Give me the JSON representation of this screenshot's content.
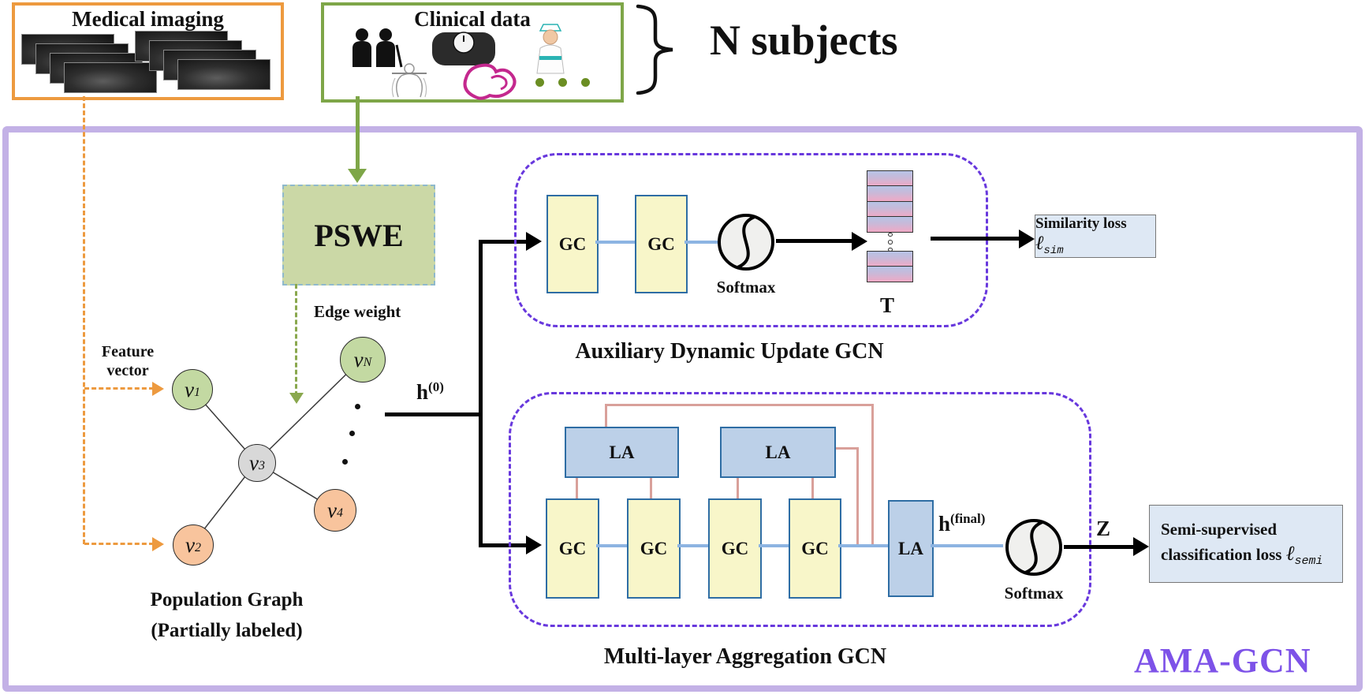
{
  "header": {
    "medical_imaging_title": "Medical imaging",
    "clinical_data_title": "Clinical data",
    "n_subjects_label": "N subjects"
  },
  "pswe": {
    "label": "PSWE",
    "edge_weight_label": "Edge weight"
  },
  "graph": {
    "feature_vector_line1": "Feature",
    "feature_vector_line2": "vector",
    "nodes": [
      {
        "base": "v",
        "sub": "1"
      },
      {
        "base": "v",
        "sub": "2"
      },
      {
        "base": "v",
        "sub": "3"
      },
      {
        "base": "v",
        "sub": "4"
      },
      {
        "base": "v",
        "sub": "N"
      }
    ],
    "caption_line1": "Population Graph",
    "caption_line2": "(Partially labeled)"
  },
  "flow": {
    "h0_base": "h",
    "h0_sup": "(0)",
    "h_final_base": "h",
    "h_final_sup": "(final)",
    "z_label": "Z"
  },
  "aux": {
    "title": "Auxiliary Dynamic Update GCN",
    "gc_labels": [
      "GC",
      "GC"
    ],
    "softmax_label": "Softmax",
    "t_label": "T",
    "sim_text": "Similarity loss ",
    "sim_ell": "ℓ",
    "sim_sub": "sim"
  },
  "multi": {
    "title": "Multi-layer Aggregation GCN",
    "la_labels": [
      "LA",
      "LA",
      "LA"
    ],
    "gc_labels": [
      "GC",
      "GC",
      "GC",
      "GC"
    ],
    "softmax_label": "Softmax",
    "semi_line1": "Semi-supervised",
    "semi_line2": "classification loss ",
    "semi_ell": "ℓ",
    "semi_sub": "semi"
  },
  "footer": {
    "ama_label": "AMA-GCN"
  },
  "colors": {
    "medical_border": "#ED9A3F",
    "clinical_border": "#7EA648",
    "outer_frame": "#C3B1E6",
    "gcn_dashed": "#6838DD",
    "pswe_fill": "#CBD8A6",
    "gc_fill": "#F8F6C9",
    "la_fill": "#BCD0E8",
    "node_green": "#C3D9A2",
    "node_orange": "#F8C49D",
    "node_gray": "#D8D8D8",
    "blue_connector": "#8DB4E2",
    "pink_connector": "#D9A09A",
    "loss_box_fill": "#DEE8F4",
    "ama_text": "#7D52E8"
  }
}
